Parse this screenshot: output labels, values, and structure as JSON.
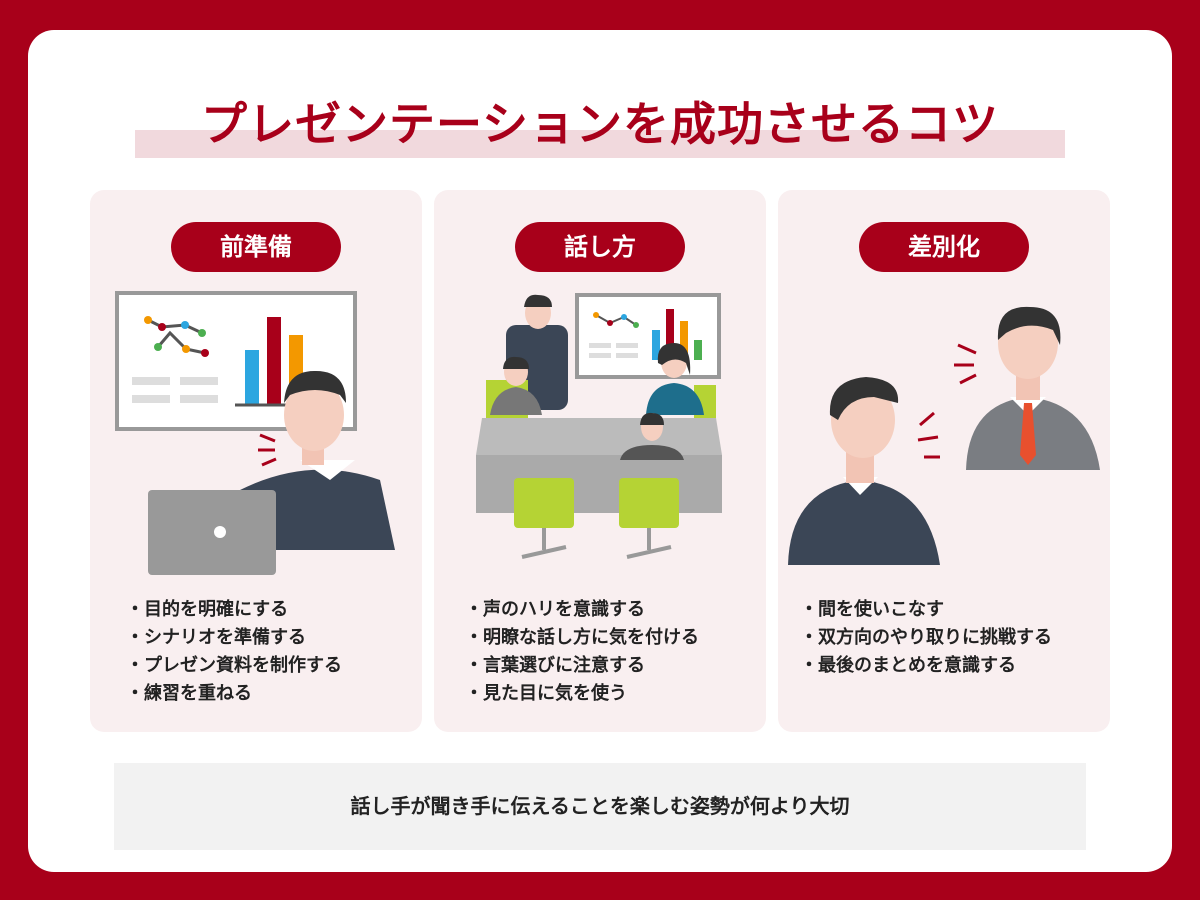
{
  "title": "プレゼンテーションを成功させるコツ",
  "cards": [
    {
      "label": "前準備",
      "items": [
        "目的を明確にする",
        "シナリオを準備する",
        "プレゼン資料を制作する",
        "練習を重ねる"
      ]
    },
    {
      "label": "話し方",
      "items": [
        "声のハリを意識する",
        "明瞭な話し方に気を付ける",
        "言葉選びに注意する",
        "見た目に気を使う"
      ]
    },
    {
      "label": "差別化",
      "items": [
        "間を使いこなす",
        "双方向のやり取りに挑戦する",
        "最後のまとめを意識する"
      ]
    }
  ],
  "footer": "話し手が聞き手に伝えることを楽しむ姿勢が何より大切",
  "colors": {
    "accent": "#a8001a",
    "card_bg": "#f9eff0",
    "highlight": "#f1d9dd"
  }
}
